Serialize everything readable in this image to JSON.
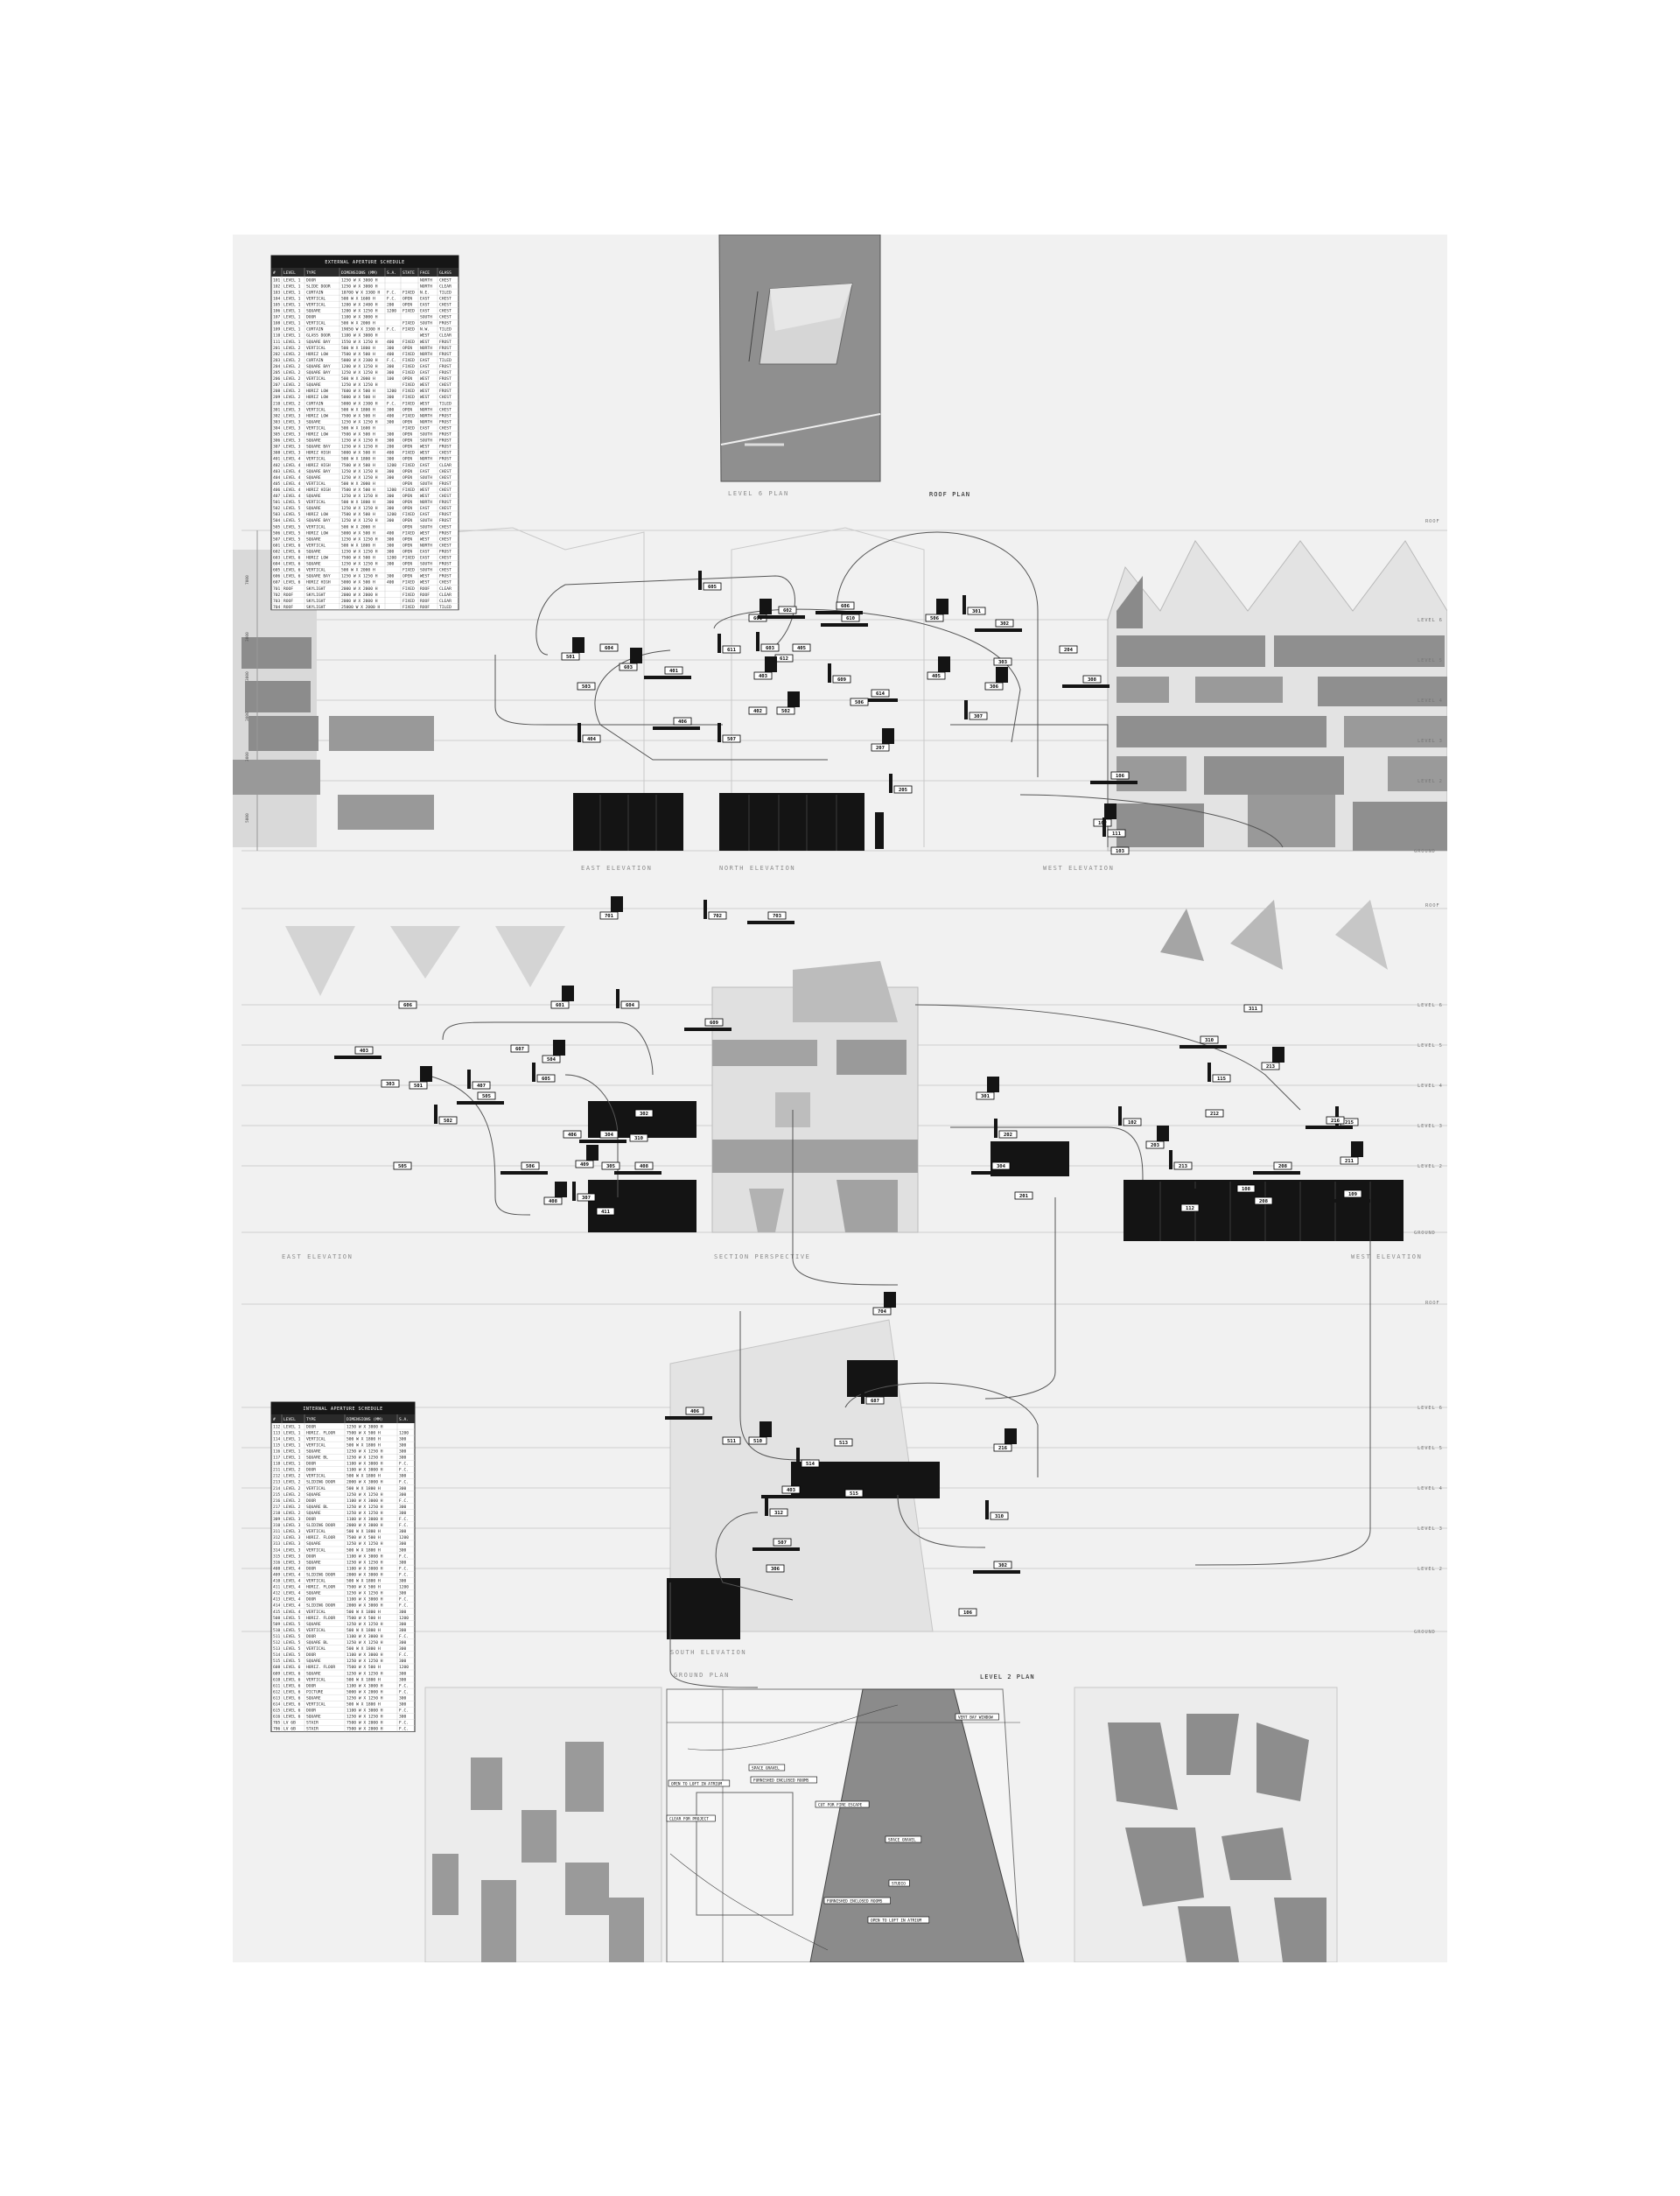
{
  "schedules": {
    "external": {
      "title": "EXTERNAL APERTURE SCHEDULE",
      "columns": [
        "#",
        "LEVEL",
        "TYPE",
        "DIMENSIONS (MM)",
        "S.A.",
        "STATE",
        "FACE",
        "GLASS"
      ],
      "rows": [
        [
          "101",
          "LEVEL 1",
          "DOOR",
          "1250 W X 3000 H",
          "",
          "",
          "NORTH",
          "CHEST"
        ],
        [
          "102",
          "LEVEL 1",
          "SLIDE DOOR",
          "1250 W X 3000 H",
          "",
          "",
          "NORTH",
          "CLEAR"
        ],
        [
          "103",
          "LEVEL 1",
          "CURTAIN",
          "10700 W X 3300 H",
          "F.C.",
          "FIXED",
          "N.E.",
          "TILED"
        ],
        [
          "104",
          "LEVEL 1",
          "VERTICAL",
          "500 W X 1600 H",
          "F.C.",
          "OPEN",
          "EAST",
          "CHEST"
        ],
        [
          "105",
          "LEVEL 1",
          "VERTICAL",
          "1200 W X 2400 H",
          "200",
          "OPEN",
          "EAST",
          "CHEST"
        ],
        [
          "106",
          "LEVEL 1",
          "SQUARE",
          "1200 W X 1250 H",
          "1200",
          "FIXED",
          "EAST",
          "CHEST"
        ],
        [
          "107",
          "LEVEL 1",
          "DOOR",
          "1100 W X 3000 H",
          "",
          "",
          "SOUTH",
          "CHEST"
        ],
        [
          "108",
          "LEVEL 1",
          "VERTICAL",
          "500 W X 2000 H",
          "",
          "FIXED",
          "SOUTH",
          "FROST"
        ],
        [
          "109",
          "LEVEL 1",
          "CURTAIN",
          "19050 W X 3300 H",
          "F.C.",
          "FIXED",
          "N.W.",
          "TILED"
        ],
        [
          "110",
          "LEVEL 1",
          "GLASS DOOR",
          "1100 W X 3000 H",
          "",
          "",
          "WEST",
          "CLEAR"
        ],
        [
          "111",
          "LEVEL 1",
          "SQUARE BAY",
          "1550 W X 1250 H",
          "400",
          "FIXED",
          "WEST",
          "FROST"
        ],
        [
          "201",
          "LEVEL 2",
          "VERTICAL",
          "500 W X 1800 H",
          "300",
          "OPEN",
          "NORTH",
          "FROST"
        ],
        [
          "202",
          "LEVEL 2",
          "HORIZ LOW",
          "7500 W X 500 H",
          "400",
          "FIXED",
          "NORTH",
          "FROST"
        ],
        [
          "203",
          "LEVEL 2",
          "CURTAIN",
          "5000 W X 2300 H",
          "F.C.",
          "FIXED",
          "EAST",
          "TILED"
        ],
        [
          "204",
          "LEVEL 2",
          "SQUARE BAY",
          "1200 W X 1250 H",
          "300",
          "FIXED",
          "EAST",
          "FROST"
        ],
        [
          "205",
          "LEVEL 2",
          "SQUARE BAY",
          "1250 W X 1250 H",
          "300",
          "FIXED",
          "EAST",
          "FROST"
        ],
        [
          "206",
          "LEVEL 2",
          "VERTICAL",
          "500 W X 2000 H",
          "100",
          "OPEN",
          "WEST",
          "FROST"
        ],
        [
          "207",
          "LEVEL 2",
          "SQUARE",
          "1250 W X 1250 H",
          "",
          "FIXED",
          "WEST",
          "CHEST"
        ],
        [
          "208",
          "LEVEL 2",
          "HORIZ LOW",
          "7600 W X 500 H",
          "1200",
          "FIXED",
          "WEST",
          "FROST"
        ],
        [
          "209",
          "LEVEL 2",
          "HORIZ LOW",
          "5000 W X 500 H",
          "300",
          "FIXED",
          "WEST",
          "CHEST"
        ],
        [
          "210",
          "LEVEL 2",
          "CURTAIN",
          "5000 W X 2300 H",
          "F.C.",
          "FIXED",
          "WEST",
          "TILED"
        ],
        [
          "301",
          "LEVEL 3",
          "VERTICAL",
          "500 W X 1800 H",
          "300",
          "OPEN",
          "NORTH",
          "CHEST"
        ],
        [
          "302",
          "LEVEL 3",
          "HORIZ LOW",
          "7500 W X 500 H",
          "400",
          "FIXED",
          "NORTH",
          "FROST"
        ],
        [
          "303",
          "LEVEL 3",
          "SQUARE",
          "1250 W X 1250 H",
          "300",
          "OPEN",
          "NORTH",
          "FROST"
        ],
        [
          "304",
          "LEVEL 3",
          "VERTICAL",
          "500 W X 1600 H",
          "",
          "FIXED",
          "EAST",
          "CHEST"
        ],
        [
          "305",
          "LEVEL 3",
          "HORIZ LOW",
          "7500 W X 500 H",
          "300",
          "OPEN",
          "SOUTH",
          "FROST"
        ],
        [
          "306",
          "LEVEL 3",
          "SQUARE",
          "1250 W X 1250 H",
          "300",
          "OPEN",
          "SOUTH",
          "FROST"
        ],
        [
          "307",
          "LEVEL 3",
          "SQUARE BAY",
          "1250 W X 1250 H",
          "200",
          "OPEN",
          "WEST",
          "FROST"
        ],
        [
          "308",
          "LEVEL 3",
          "HORIZ HIGH",
          "5000 W X 500 H",
          "400",
          "FIXED",
          "WEST",
          "CHEST"
        ],
        [
          "401",
          "LEVEL 4",
          "VERTICAL",
          "500 W X 1800 H",
          "300",
          "OPEN",
          "NORTH",
          "FROST"
        ],
        [
          "402",
          "LEVEL 4",
          "HORIZ HIGH",
          "7500 W X 500 H",
          "1200",
          "FIXED",
          "EAST",
          "CLEAR"
        ],
        [
          "403",
          "LEVEL 4",
          "SQUARE BAY",
          "1250 W X 1250 H",
          "300",
          "OPEN",
          "EAST",
          "CHEST"
        ],
        [
          "404",
          "LEVEL 4",
          "SQUARE",
          "1250 W X 1250 H",
          "300",
          "OPEN",
          "SOUTH",
          "CHEST"
        ],
        [
          "405",
          "LEVEL 4",
          "VERTICAL",
          "500 W X 2000 H",
          "",
          "OPEN",
          "SOUTH",
          "FROST"
        ],
        [
          "406",
          "LEVEL 4",
          "HORIZ HIGH",
          "7500 W X 500 H",
          "1200",
          "FIXED",
          "WEST",
          "CHEST"
        ],
        [
          "407",
          "LEVEL 4",
          "SQUARE",
          "1250 W X 1250 H",
          "300",
          "OPEN",
          "WEST",
          "CHEST"
        ],
        [
          "501",
          "LEVEL 5",
          "VERTICAL",
          "500 W X 1800 H",
          "300",
          "OPEN",
          "NORTH",
          "FROST"
        ],
        [
          "502",
          "LEVEL 5",
          "SQUARE",
          "1250 W X 1250 H",
          "300",
          "OPEN",
          "EAST",
          "CHEST"
        ],
        [
          "503",
          "LEVEL 5",
          "HORIZ LOW",
          "7500 W X 500 H",
          "1200",
          "FIXED",
          "EAST",
          "FROST"
        ],
        [
          "504",
          "LEVEL 5",
          "SQUARE BAY",
          "1250 W X 1250 H",
          "300",
          "OPEN",
          "SOUTH",
          "FROST"
        ],
        [
          "505",
          "LEVEL 5",
          "VERTICAL",
          "500 W X 2000 H",
          "",
          "OPEN",
          "SOUTH",
          "CHEST"
        ],
        [
          "506",
          "LEVEL 5",
          "HORIZ LOW",
          "5000 W X 500 H",
          "400",
          "FIXED",
          "WEST",
          "FROST"
        ],
        [
          "507",
          "LEVEL 5",
          "SQUARE",
          "1250 W X 1250 H",
          "300",
          "OPEN",
          "WEST",
          "CHEST"
        ],
        [
          "601",
          "LEVEL 6",
          "VERTICAL",
          "500 W X 1800 H",
          "300",
          "OPEN",
          "NORTH",
          "CHEST"
        ],
        [
          "602",
          "LEVEL 6",
          "SQUARE",
          "1250 W X 1250 H",
          "300",
          "OPEN",
          "EAST",
          "FROST"
        ],
        [
          "603",
          "LEVEL 6",
          "HORIZ LOW",
          "7500 W X 500 H",
          "1200",
          "FIXED",
          "EAST",
          "CHEST"
        ],
        [
          "604",
          "LEVEL 6",
          "SQUARE",
          "1250 W X 1250 H",
          "300",
          "OPEN",
          "SOUTH",
          "FROST"
        ],
        [
          "605",
          "LEVEL 6",
          "VERTICAL",
          "500 W X 2000 H",
          "",
          "FIXED",
          "SOUTH",
          "CHEST"
        ],
        [
          "606",
          "LEVEL 6",
          "SQUARE BAY",
          "1250 W X 1250 H",
          "300",
          "OPEN",
          "WEST",
          "FROST"
        ],
        [
          "607",
          "LEVEL 6",
          "HORIZ HIGH",
          "5000 W X 500 H",
          "400",
          "FIXED",
          "WEST",
          "CHEST"
        ],
        [
          "701",
          "ROOF",
          "SKYLIGHT",
          "2000 W X 2000 H",
          "",
          "FIXED",
          "ROOF",
          "CLEAR"
        ],
        [
          "702",
          "ROOF",
          "SKYLIGHT",
          "2000 W X 2000 H",
          "",
          "FIXED",
          "ROOF",
          "CLEAR"
        ],
        [
          "703",
          "ROOF",
          "SKYLIGHT",
          "2000 W X 2000 H",
          "",
          "FIXED",
          "ROOF",
          "CLEAR"
        ],
        [
          "704",
          "ROOF",
          "SKYLIGHT",
          "25000 W X 2000 H",
          "",
          "FIXED",
          "ROOF",
          "TILED"
        ]
      ]
    },
    "internal": {
      "title": "INTERNAL APERTURE SCHEDULE",
      "columns": [
        "#",
        "LEVEL",
        "TYPE",
        "DIMENSIONS (MM)",
        "S.A."
      ],
      "rows": [
        [
          "112",
          "LEVEL 1",
          "DOOR",
          "1250 W X 3000 H",
          ""
        ],
        [
          "113",
          "LEVEL 1",
          "HORIZ. FLOOR",
          "7500 W X 500 H",
          "1200"
        ],
        [
          "114",
          "LEVEL 1",
          "VERTICAL",
          "500 W X 1800 H",
          "300"
        ],
        [
          "115",
          "LEVEL 1",
          "VERTICAL",
          "500 W X 1800 H",
          "300"
        ],
        [
          "116",
          "LEVEL 1",
          "SQUARE",
          "1250 W X 1250 H",
          "300"
        ],
        [
          "117",
          "LEVEL 1",
          "SQUARE BL",
          "1250 W X 1250 H",
          "300"
        ],
        [
          "118",
          "LEVEL 1",
          "DOOR",
          "1100 W X 3000 H",
          "F.C."
        ],
        [
          "211",
          "LEVEL 2",
          "DOOR",
          "1100 W X 3000 H",
          "F.C."
        ],
        [
          "212",
          "LEVEL 2",
          "VERTICAL",
          "500 W X 1800 H",
          "300"
        ],
        [
          "213",
          "LEVEL 2",
          "SLIDING DOOR",
          "2000 W X 3000 H",
          "F.C."
        ],
        [
          "214",
          "LEVEL 2",
          "VERTICAL",
          "500 W X 1800 H",
          "300"
        ],
        [
          "215",
          "LEVEL 2",
          "SQUARE",
          "1250 W X 1250 H",
          "300"
        ],
        [
          "216",
          "LEVEL 2",
          "DOOR",
          "1100 W X 3000 H",
          "F.C."
        ],
        [
          "217",
          "LEVEL 2",
          "SQUARE BL",
          "1250 W X 1250 H",
          "300"
        ],
        [
          "218",
          "LEVEL 2",
          "SQUARE",
          "1250 W X 1250 H",
          "300"
        ],
        [
          "309",
          "LEVEL 3",
          "DOOR",
          "1100 W X 3000 H",
          "F.C."
        ],
        [
          "310",
          "LEVEL 3",
          "SLIDING DOOR",
          "2000 W X 3000 H",
          "F.C."
        ],
        [
          "311",
          "LEVEL 3",
          "VERTICAL",
          "500 W X 1800 H",
          "300"
        ],
        [
          "312",
          "LEVEL 3",
          "HORIZ. FLOOR",
          "7500 W X 500 H",
          "1200"
        ],
        [
          "313",
          "LEVEL 3",
          "SQUARE",
          "1250 W X 1250 H",
          "300"
        ],
        [
          "314",
          "LEVEL 3",
          "VERTICAL",
          "500 W X 1800 H",
          "300"
        ],
        [
          "315",
          "LEVEL 3",
          "DOOR",
          "1100 W X 3000 H",
          "F.C."
        ],
        [
          "316",
          "LEVEL 3",
          "SQUARE",
          "1250 W X 1250 H",
          "300"
        ],
        [
          "408",
          "LEVEL 4",
          "DOOR",
          "1100 W X 3000 H",
          "F.C."
        ],
        [
          "409",
          "LEVEL 4",
          "SLIDING DOOR",
          "2000 W X 3000 H",
          "F.C."
        ],
        [
          "410",
          "LEVEL 4",
          "VERTICAL",
          "500 W X 1800 H",
          "300"
        ],
        [
          "411",
          "LEVEL 4",
          "HORIZ. FLOOR",
          "7500 W X 500 H",
          "1200"
        ],
        [
          "412",
          "LEVEL 4",
          "SQUARE",
          "1250 W X 1250 H",
          "300"
        ],
        [
          "413",
          "LEVEL 4",
          "DOOR",
          "1100 W X 3000 H",
          "F.C."
        ],
        [
          "414",
          "LEVEL 4",
          "SLIDING DOOR",
          "2000 W X 3000 H",
          "F.C."
        ],
        [
          "415",
          "LEVEL 4",
          "VERTICAL",
          "500 W X 1800 H",
          "300"
        ],
        [
          "508",
          "LEVEL 5",
          "HORIZ. FLOOR",
          "7500 W X 500 H",
          "1200"
        ],
        [
          "509",
          "LEVEL 5",
          "SQUARE",
          "1250 W X 1250 H",
          "300"
        ],
        [
          "510",
          "LEVEL 5",
          "VERTICAL",
          "500 W X 1800 H",
          "300"
        ],
        [
          "511",
          "LEVEL 5",
          "DOOR",
          "1100 W X 3000 H",
          "F.C."
        ],
        [
          "512",
          "LEVEL 5",
          "SQUARE BL",
          "1250 W X 1250 H",
          "300"
        ],
        [
          "513",
          "LEVEL 5",
          "VERTICAL",
          "500 W X 1800 H",
          "300"
        ],
        [
          "514",
          "LEVEL 5",
          "DOOR",
          "1100 W X 3000 H",
          "F.C."
        ],
        [
          "515",
          "LEVEL 5",
          "SQUARE",
          "1250 W X 1250 H",
          "300"
        ],
        [
          "608",
          "LEVEL 6",
          "HORIZ. FLOOR",
          "7500 W X 500 H",
          "1200"
        ],
        [
          "609",
          "LEVEL 6",
          "SQUARE",
          "1250 W X 1250 H",
          "300"
        ],
        [
          "610",
          "LEVEL 6",
          "VERTICAL",
          "500 W X 1800 H",
          "300"
        ],
        [
          "611",
          "LEVEL 6",
          "DOOR",
          "1100 W X 3000 H",
          "F.C."
        ],
        [
          "612",
          "LEVEL 6",
          "PICTURE",
          "5000 W X 2000 H",
          "F.C."
        ],
        [
          "613",
          "LEVEL 6",
          "SQUARE",
          "1250 W X 1250 H",
          "300"
        ],
        [
          "614",
          "LEVEL 6",
          "VERTICAL",
          "500 W X 1800 H",
          "300"
        ],
        [
          "615",
          "LEVEL 6",
          "DOOR",
          "1100 W X 3000 H",
          "F.C."
        ],
        [
          "616",
          "LEVEL 6",
          "SQUARE",
          "1250 W X 1250 H",
          "300"
        ],
        [
          "705",
          "LV 6B",
          "STAIR",
          "7500 W X 2000 H",
          "F.C."
        ],
        [
          "706",
          "LV 6B",
          "STAIR",
          "7500 W X 2000 H",
          "F.C."
        ]
      ]
    }
  },
  "drawing_labels": {
    "level6_plan": "LEVEL 6 PLAN",
    "roof_plan": "ROOF PLAN",
    "east_elevation": "EAST ELEVATION",
    "north_elevation": "NORTH ELEVATION",
    "west_elevation": "WEST ELEVATION",
    "section_perspective": "SECTION PERSPECTIVE",
    "south_elevation": "SOUTH ELEVATION",
    "ground_plan": "GROUND PLAN",
    "level2_plan": "LEVEL 2 PLAN"
  },
  "levels": {
    "roof": "ROOF",
    "l6": "LEVEL 6",
    "l5": "LEVEL 5",
    "l4": "LEVEL 4",
    "l3": "LEVEL 3",
    "l2": "LEVEL 2",
    "ground": "GROUND"
  },
  "dims": [
    "7000",
    "3000",
    "3000",
    "3000",
    "3000",
    "3000",
    "5000"
  ],
  "tags": {
    "row1": [
      "601",
      "605",
      "606",
      "604",
      "603",
      "611",
      "602",
      "503",
      "501",
      "603",
      "610",
      "612",
      "502",
      "507",
      "401",
      "402",
      "403",
      "404",
      "406",
      "405",
      "506",
      "609",
      "614",
      "506",
      "405",
      "301",
      "302",
      "303",
      "306",
      "307",
      "308",
      "204",
      "207",
      "205",
      "106",
      "103",
      "102",
      "111"
    ],
    "row2": [
      "701",
      "702",
      "703",
      "606",
      "601",
      "604",
      "609",
      "607",
      "504",
      "605",
      "505",
      "505",
      "501",
      "502",
      "506",
      "406",
      "409",
      "407",
      "403",
      "303",
      "408",
      "411",
      "408",
      "302",
      "310",
      "307",
      "304",
      "305",
      "301",
      "202",
      "304",
      "201",
      "203",
      "213",
      "208",
      "212",
      "211",
      "215",
      "109",
      "108",
      "112",
      "115",
      "216",
      "311",
      "213",
      "102",
      "310",
      "208"
    ],
    "row3": [
      "704",
      "687",
      "406",
      "511",
      "510",
      "514",
      "403",
      "513",
      "515",
      "312",
      "507",
      "306",
      "216",
      "310",
      "302",
      "106"
    ],
    "annotations": [
      "OPEN TO LOFT IN ATRIUM",
      "OPEN TO LOFT IN ATRIUM",
      "FURNISHED ENCLOSED ROOMS",
      "CLEAR FOR PROJECT",
      "CUT FOR FIRE ESCAPE",
      "SPACE GRAVEL",
      "SPACE GRAVEL",
      "FURNISHED ENCLOSED ROOMS",
      "VERT BAY WINDOW",
      "STUDIO"
    ]
  }
}
